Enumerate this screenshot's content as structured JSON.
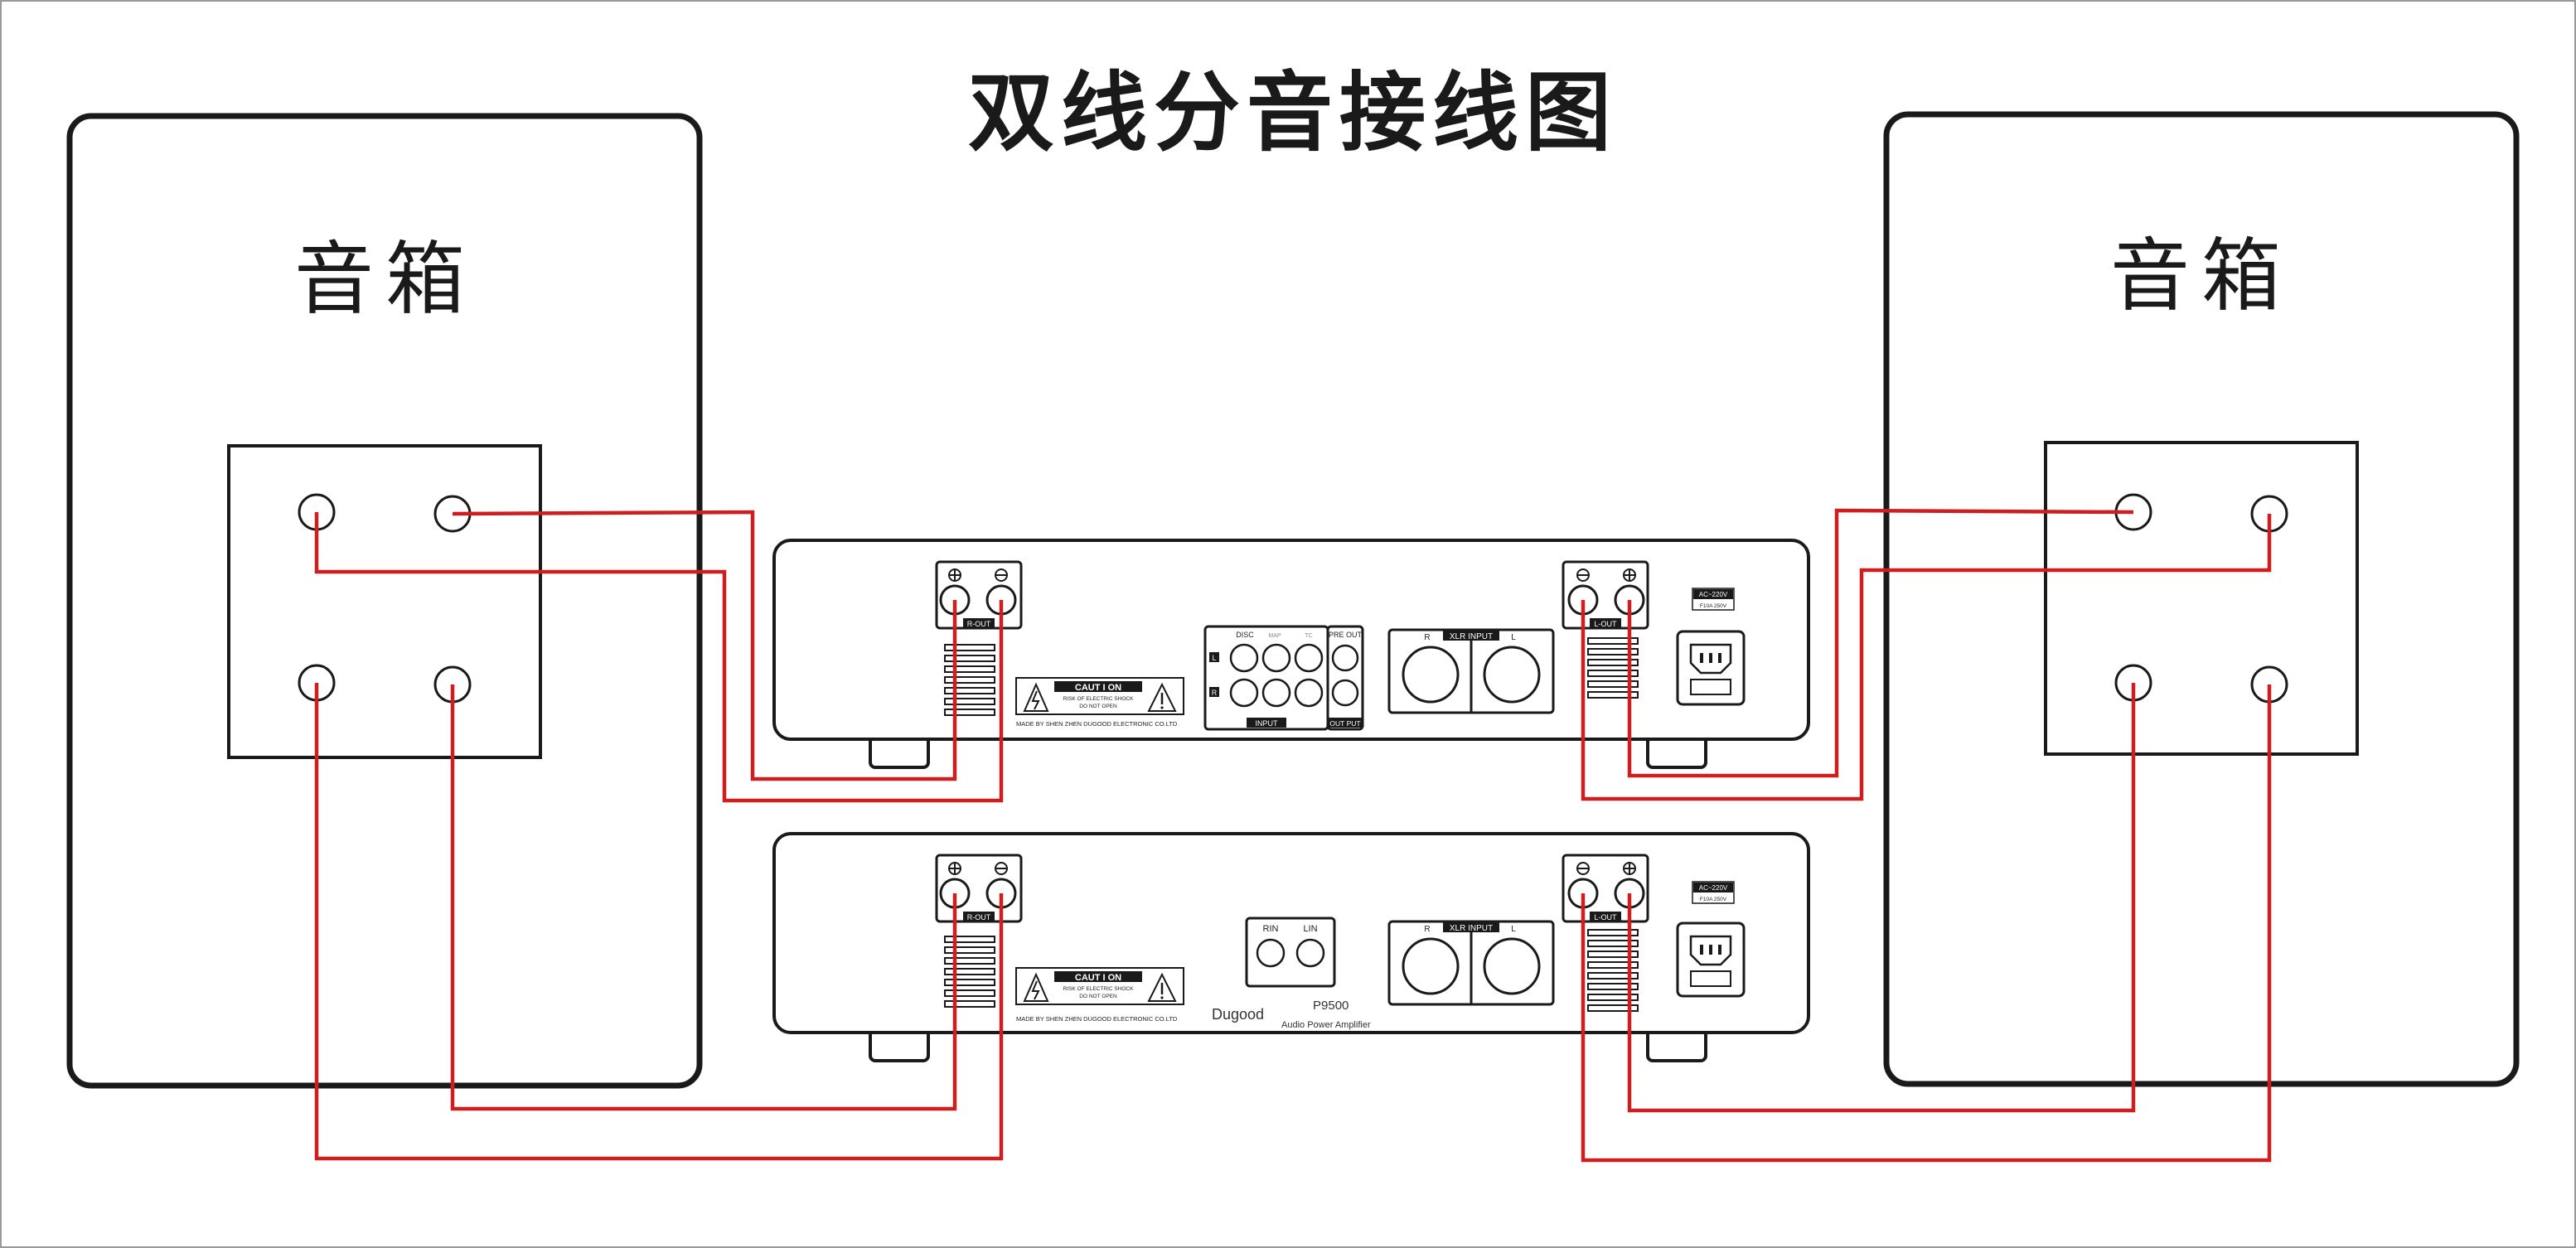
{
  "title": "双线分音接线图",
  "speakers": {
    "left": {
      "label": "音箱"
    },
    "right": {
      "label": "音箱"
    }
  },
  "amp_top": {
    "r_out": "R-OUT",
    "l_out": "L-OUT",
    "caution": {
      "title": "CAUT I ON",
      "line1": "RISK OF ELECTRIC SHOCK",
      "line2": "DO NOT OPEN"
    },
    "maker": "MADE BY SHEN ZHEN DUGOOD ELECTRONIC CO.LTD",
    "input_heads": [
      "DISC",
      "MAP",
      "TC"
    ],
    "pre_out": "PRE OUT",
    "input": "INPUT",
    "output": "OUT PUT",
    "ch_l": "L",
    "ch_r": "R",
    "xlr": {
      "label": "XLR INPUT",
      "r": "R",
      "l": "L"
    },
    "voltage": {
      "line1": "AC~220V",
      "line2": "F10A  250V"
    }
  },
  "amp_bottom": {
    "r_out": "R-OUT",
    "l_out": "L-OUT",
    "caution": {
      "title": "CAUT I ON",
      "line1": "RISK OF ELECTRIC SHOCK",
      "line2": "DO NOT OPEN"
    },
    "maker": "MADE BY SHEN ZHEN DUGOOD ELECTRONIC CO.LTD",
    "rca": {
      "rin": "RIN",
      "lin": "LIN"
    },
    "brand": "Dugood",
    "model": "P9500",
    "subtitle": "Audio  Power  Amplifier",
    "xlr": {
      "label": "XLR INPUT",
      "r": "R",
      "l": "L"
    },
    "voltage": {
      "line1": "AC~220V",
      "line2": "F10A  250V"
    }
  },
  "colors": {
    "wire": "#cc1f1f",
    "outline": "#1a1a1a",
    "background": "#ffffff"
  }
}
